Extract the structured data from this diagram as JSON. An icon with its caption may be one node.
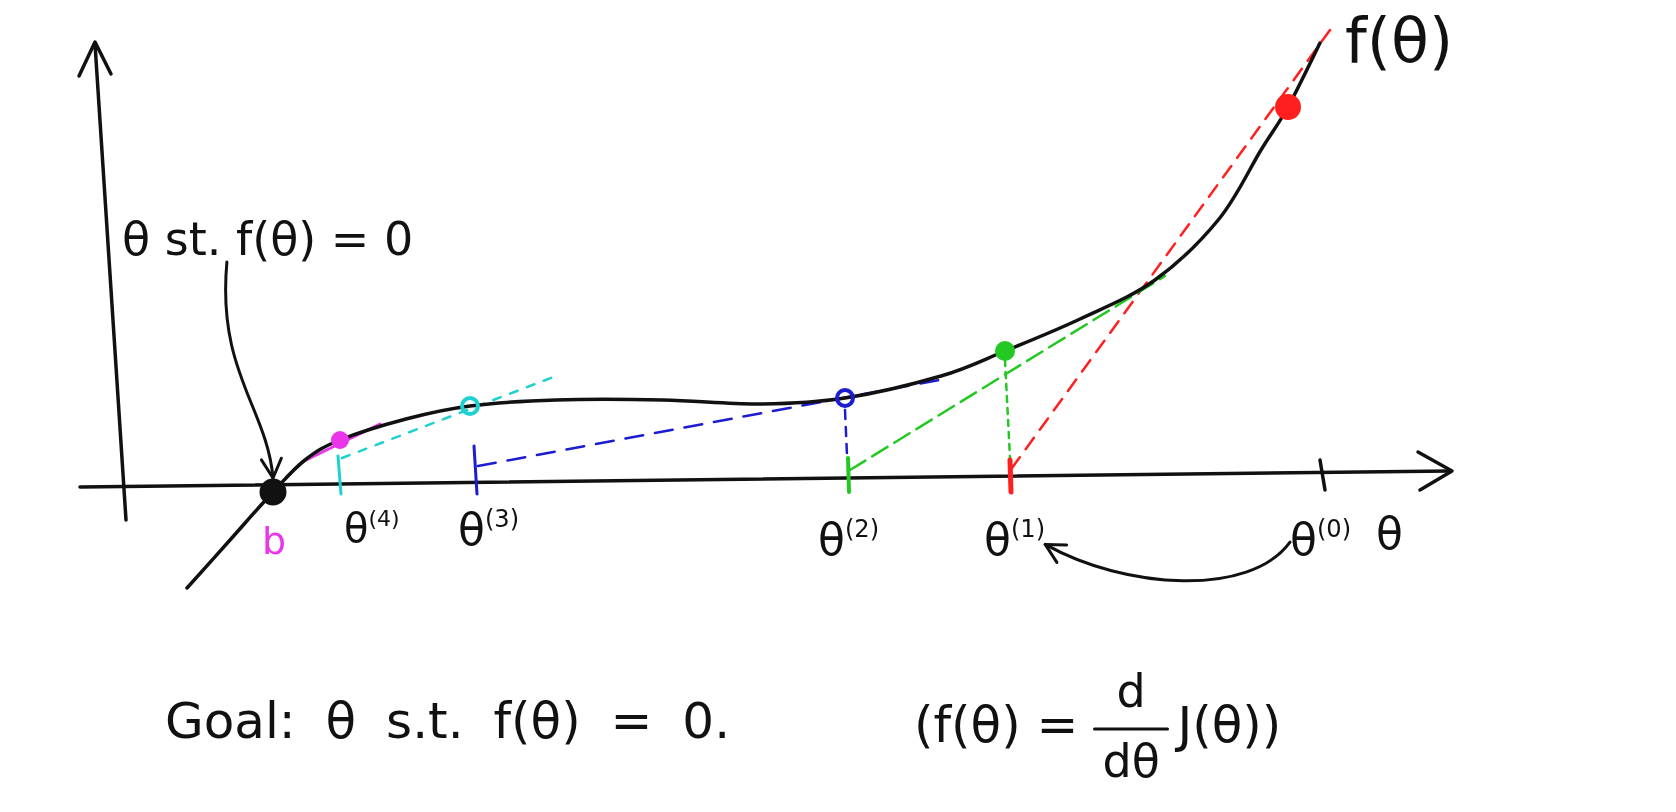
{
  "diagram": {
    "nodes": [
      {
        "text": [
          "θ st. f(θ) = 0"
        ]
      },
      {
        "text": [],
        "shape": "circle",
        "beside": [
          "b"
        ]
      },
      {
        "text": [
          "θ$^{(1)}$"
        ]
      },
      {
        "text": [
          "θ$^{(0)}$"
        ]
      }
    ],
    "edges": [
      {
        "from": 0,
        "to": 1,
        "arrow": "to"
      },
      {
        "from": 3,
        "to": 2,
        "arrow": "to"
      }
    ],
    "labels": [
      "f(θ)",
      "θ$^{(4)}$",
      "θ$^{(3)}$",
      "θ$^{(2)}$",
      "θ",
      "Goal: θ s.t. f(θ) = 0.",
      "(f(θ) =",
      "d",
      "dθ",
      "J(θ))"
    ]
  }
}
